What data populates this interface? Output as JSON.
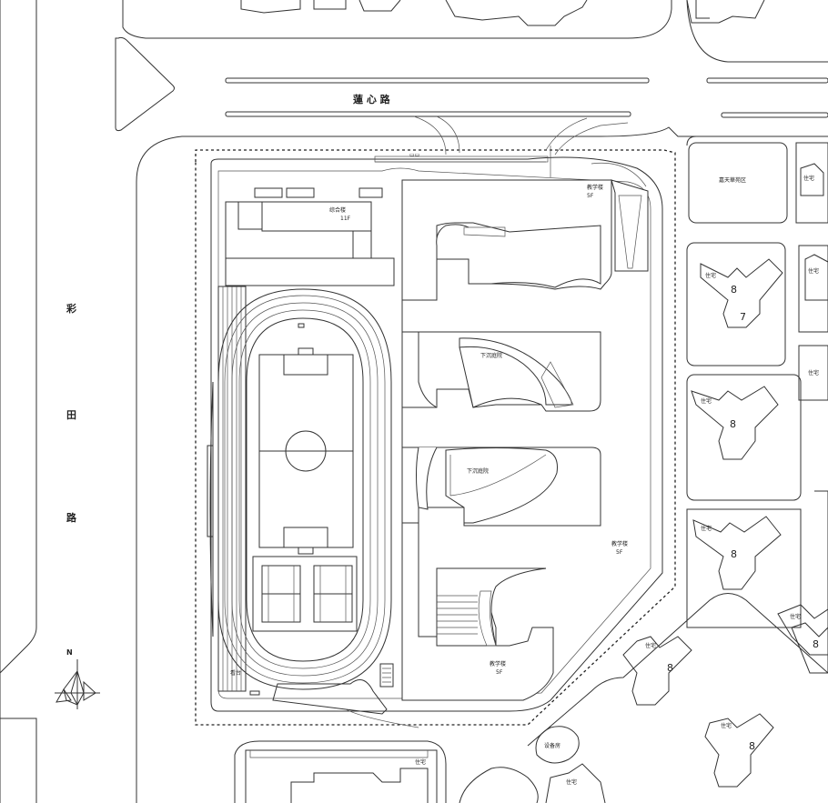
{
  "roads": {
    "north": "蓮 心 路",
    "west_chars": [
      "彩",
      "田",
      "路"
    ]
  },
  "buildings": {
    "complex": "综合楼",
    "complex_floors": "11F",
    "teaching_ne": "教学楼",
    "teaching_ne_floors": "5F",
    "teaching_e": "教学楼",
    "teaching_e_floors": "5F",
    "teaching_s": "教学楼",
    "teaching_s_floors": "5F",
    "sunken_1": "下沉庭院",
    "sunken_2": "下沉庭院",
    "gym": "看台",
    "residential_area": "嘉天華苑区",
    "equipment_room": "设备房"
  },
  "residential": {
    "label": "住宅",
    "floors": [
      "8",
      "7",
      "8",
      "8",
      "8",
      "8",
      "8"
    ]
  },
  "compass": {
    "north": "N"
  }
}
